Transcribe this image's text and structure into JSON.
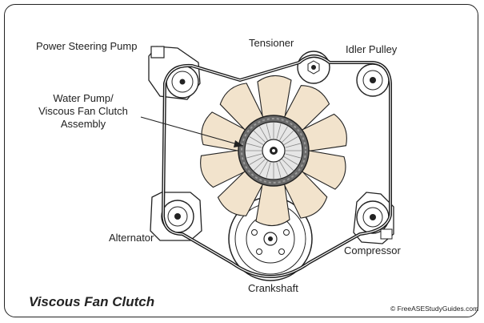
{
  "diagram": {
    "title": "Viscous Fan Clutch",
    "credit": "© FreeASEStudyGuides.com",
    "labels": {
      "power_steering_pump": "Power Steering Pump",
      "tensioner": "Tensioner",
      "idler_pulley": "Idler Pulley",
      "water_pump": "Water Pump/\nViscous Fan Clutch\nAssembly",
      "alternator": "Alternator",
      "compressor": "Compressor",
      "crankshaft": "Crankshaft"
    },
    "colors": {
      "blade_fill": "#f2e3cc",
      "outline": "#222222",
      "clutch_ring": "#6b6b6b",
      "clutch_hub": "#e6e6e6",
      "belt": "#1a1a1a",
      "background": "#ffffff"
    },
    "fan_blade_count": 10
  }
}
